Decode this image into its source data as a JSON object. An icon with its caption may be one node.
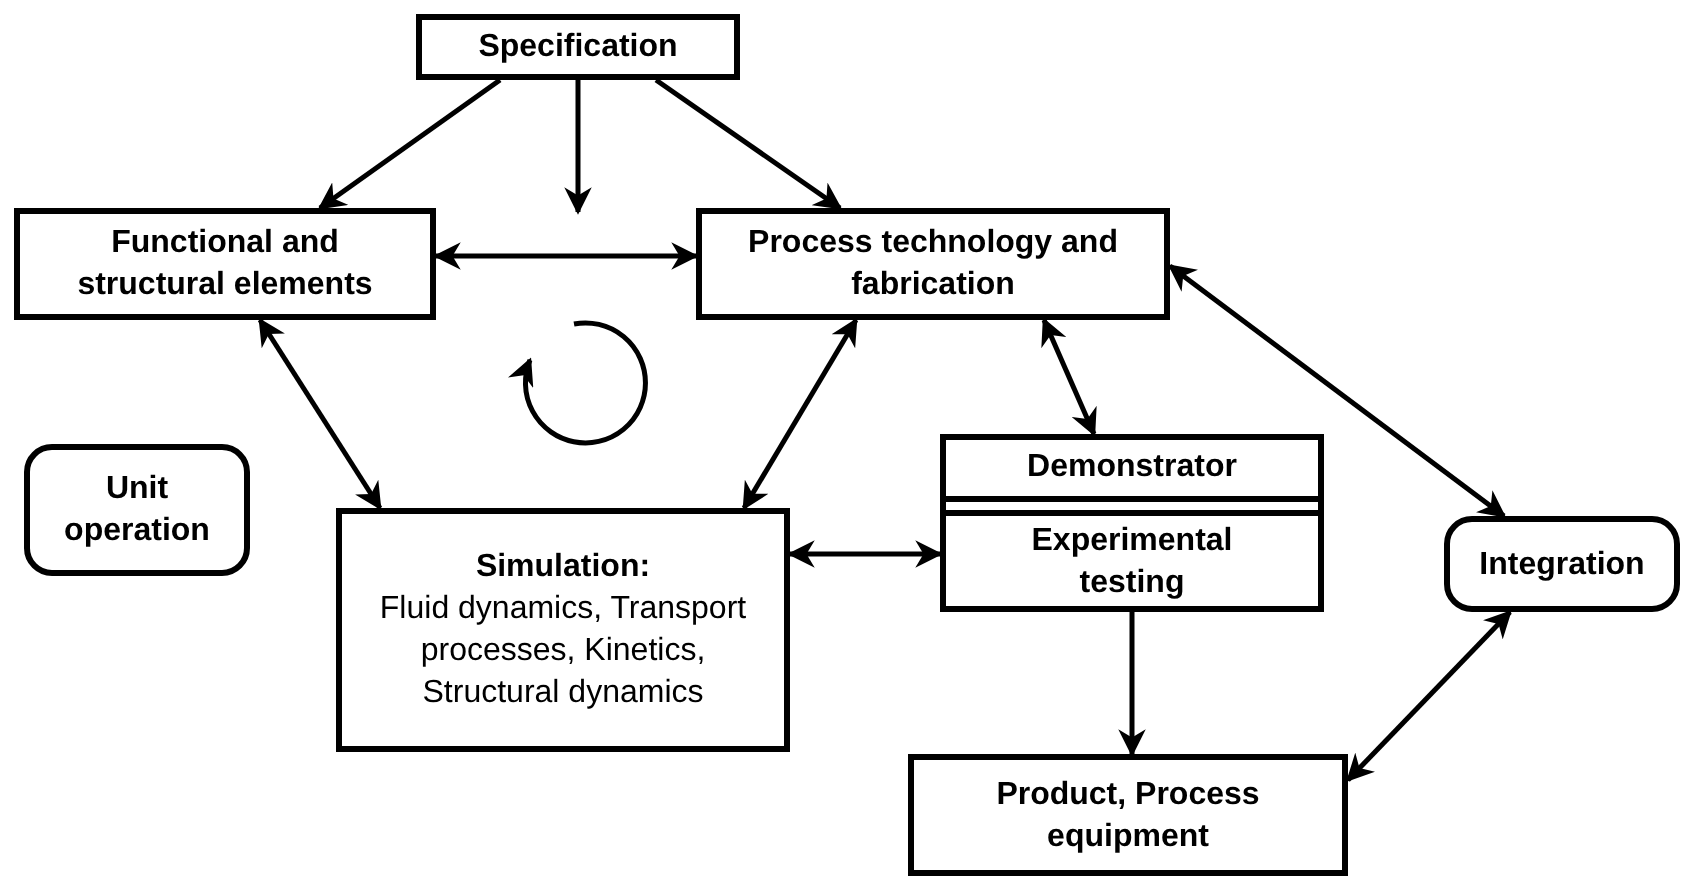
{
  "diagram": {
    "nodes": [
      {
        "text": [
          "Specification"
        ]
      },
      {
        "text": [
          "Functional and structural elements"
        ]
      },
      {
        "text": [
          "Process technology and fabrication"
        ]
      },
      {
        "text": [
          "Unit operation"
        ]
      },
      {
        "text": [
          "Simulation:",
          "Fluid dynamics, Transport processes, Kinetics, Structural dynamics"
        ]
      },
      {
        "text": [
          "Demonstrator",
          "Experimental testing"
        ]
      },
      {
        "text": [
          "Integration"
        ]
      },
      {
        "text": [
          "Product, Process equipment"
        ]
      }
    ],
    "edges": [
      {
        "from": 0,
        "to": 1,
        "arrow": "to"
      },
      {
        "from": 0,
        "to": null,
        "arrow": "to"
      },
      {
        "from": 0,
        "to": 2,
        "arrow": "to"
      },
      {
        "from": 1,
        "to": 2,
        "arrow": "both"
      },
      {
        "from": 4,
        "to": 1,
        "arrow": "both"
      },
      {
        "from": 4,
        "to": 2,
        "arrow": "both"
      },
      {
        "from": 2,
        "to": 5,
        "arrow": "both"
      },
      {
        "from": 2,
        "to": 6,
        "arrow": "both"
      },
      {
        "from": 4,
        "to": 5,
        "arrow": "both"
      },
      {
        "from": 5,
        "to": 7,
        "arrow": "to"
      },
      {
        "from": 7,
        "to": 6,
        "arrow": "both"
      }
    ]
  }
}
